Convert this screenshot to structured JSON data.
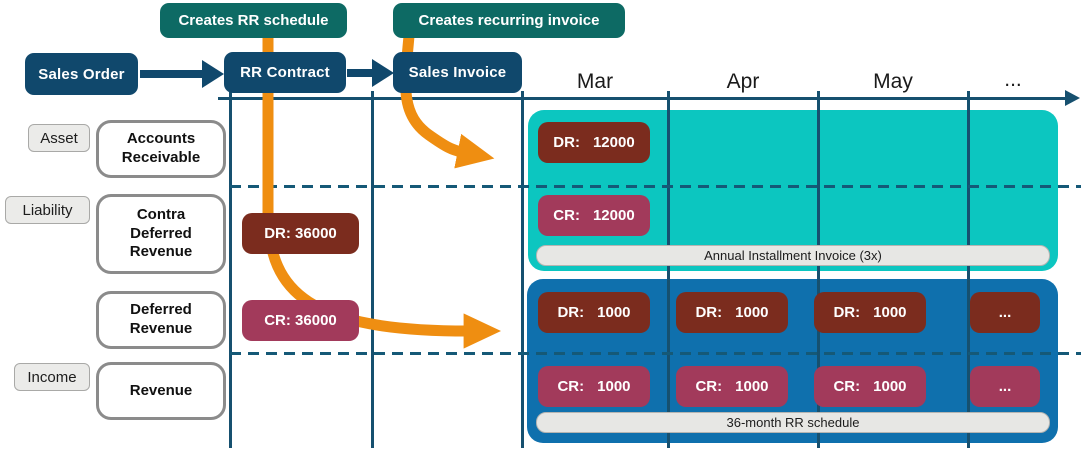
{
  "badges": {
    "rr_schedule": "Creates RR schedule",
    "recurring_invoice": "Creates recurring invoice"
  },
  "flow": {
    "sales_order": "Sales Order",
    "rr_contract": "RR Contract",
    "sales_invoice": "Sales Invoice"
  },
  "timeline": {
    "months": [
      "Mar",
      "Apr",
      "May",
      "..."
    ]
  },
  "categories": {
    "asset": "Asset",
    "liability": "Liability",
    "income": "Income"
  },
  "accounts": {
    "receivable": "Accounts Receivable",
    "contra_deferred": "Contra Deferred Revenue",
    "deferred": "Deferred Revenue",
    "revenue": "Revenue"
  },
  "contract_entries": {
    "debit": "DR: 36000",
    "credit": "CR: 36000"
  },
  "invoice_region": {
    "dr_label": "DR:",
    "dr_value": "12000",
    "cr_label": "CR:",
    "cr_value": "12000",
    "caption": "Annual Installment Invoice (3x)"
  },
  "schedule_region": {
    "dr_label": "DR:",
    "cr_label": "CR:",
    "dr_values": [
      "1000",
      "1000",
      "1000"
    ],
    "cr_values": [
      "1000",
      "1000",
      "1000"
    ],
    "ellipsis": "...",
    "caption": "36-month RR schedule"
  },
  "colors": {
    "navy": "#10486c",
    "badge_teal": "#0d6a64",
    "orange": "#ef8e11",
    "region_teal": "#0cc6c0",
    "region_blue": "#0f70ad",
    "debit_maroon": "#7b2c1e",
    "credit_berry": "#a23a5b",
    "grid_blue": "#16506f"
  }
}
